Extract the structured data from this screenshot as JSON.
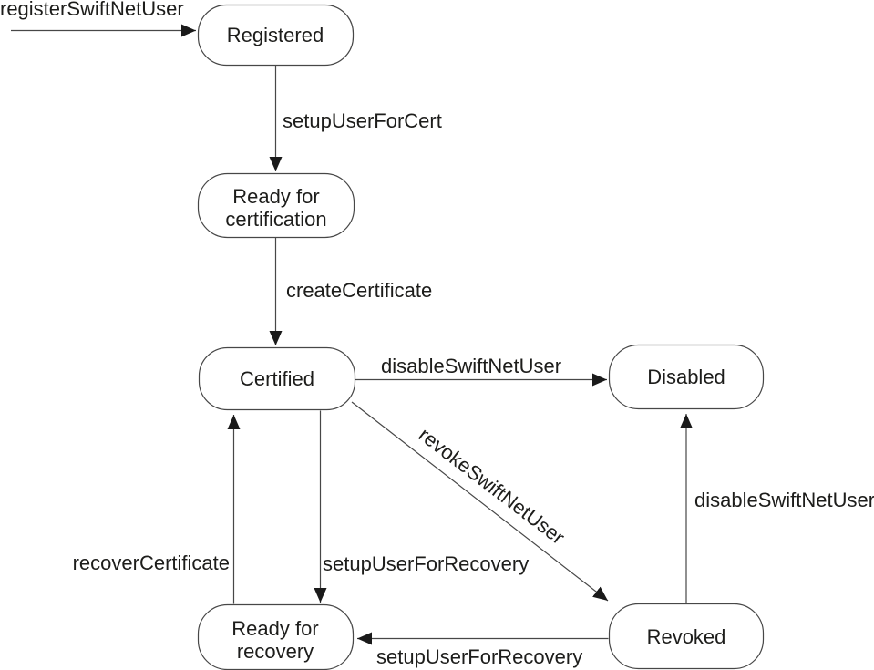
{
  "nodes": {
    "registered": {
      "label": "Registered"
    },
    "ready_certification": {
      "line1": "Ready for",
      "line2": "certification"
    },
    "certified": {
      "label": "Certified"
    },
    "disabled": {
      "label": "Disabled"
    },
    "ready_recovery": {
      "line1": "Ready for",
      "line2": "recovery"
    },
    "revoked": {
      "label": "Revoked"
    }
  },
  "edges": {
    "register": {
      "label": "registerSwiftNetUser"
    },
    "setup_user_for_cert": {
      "label": "setupUserForCert"
    },
    "create_certificate": {
      "label": "createCertificate"
    },
    "disable_from_certified": {
      "label": "disableSwiftNetUser"
    },
    "revoke": {
      "label": "revokeSwiftNetUser"
    },
    "disable_from_revoked": {
      "label": "disableSwiftNetUser"
    },
    "setup_recovery_from_certified": {
      "label": "setupUserForRecovery"
    },
    "recover_certificate": {
      "label": "recoverCertificate"
    },
    "setup_recovery_from_revoked": {
      "label": "setupUserForRecovery"
    }
  },
  "colors": {
    "line": "#474747",
    "text": "#1d1d1b",
    "arrowhead": "#1a1a1a",
    "node_fill": "#ffffff",
    "background": "#ffffff"
  }
}
